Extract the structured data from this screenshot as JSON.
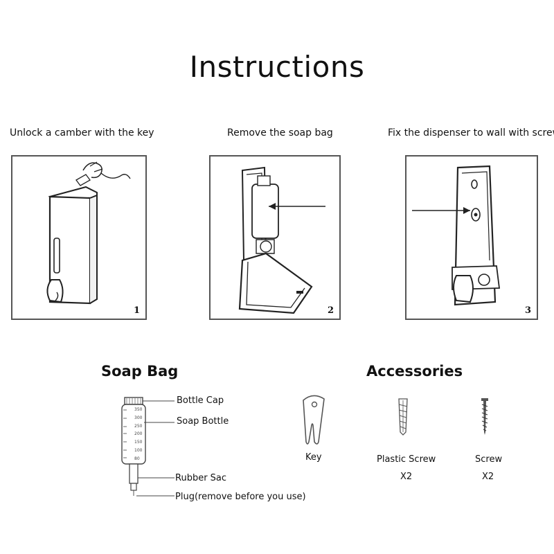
{
  "title": "Instructions",
  "steps": [
    {
      "caption": "Unlock a camber with the key",
      "number": "1"
    },
    {
      "caption": "Remove the soap bag",
      "number": "2"
    },
    {
      "caption": "Fix the dispenser to wall with screws",
      "number": "3"
    }
  ],
  "soap_bag": {
    "title": "Soap Bag",
    "labels": {
      "bottle_cap": "Bottle Cap",
      "soap_bottle": "Soap Bottle",
      "rubber_sac": "Rubber Sac",
      "plug": "Plug(remove before you use)"
    },
    "scale": [
      "350",
      "300",
      "250",
      "200",
      "150",
      "100",
      "80"
    ]
  },
  "accessories": {
    "title": "Accessories",
    "key_label": "Key",
    "plastic_screw_label": "Plastic Screw",
    "plastic_screw_qty": "X2",
    "screw_label": "Screw",
    "screw_qty": "X2"
  }
}
